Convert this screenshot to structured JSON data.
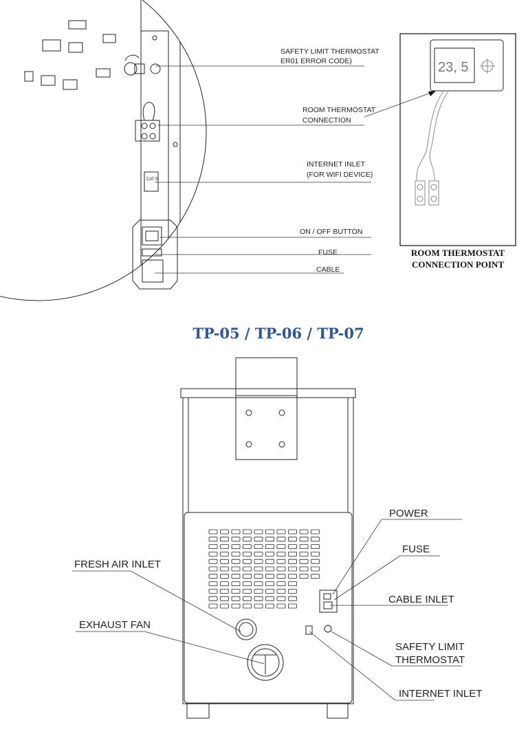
{
  "detail_labels": {
    "safety_limit_line1": "SAFETY LIMIT THERMOSTAT",
    "safety_limit_line2": "ER01 ERROR CODE)",
    "room_thermostat_line1": "ROOM THERMOSTAT",
    "room_thermostat_line2": "CONNECTION",
    "internet_line1": "INTERNET INLET",
    "internet_line2": "(FOR WIFI DEVICE)",
    "on_off": "ON / OFF BUTTON",
    "fuse": "FUSE",
    "cable": "CABLE",
    "cat_port": "CAT 5"
  },
  "thermostat_box": {
    "display_value": "23, 5",
    "caption_line1": "ROOM THERMOSTAT",
    "caption_line2": "CONNECTION POINT"
  },
  "model_title": "TP-05 / TP-06 / TP-07",
  "machine_labels": {
    "fresh_air_inlet": "FRESH AIR INLET",
    "exhaust_fan": "EXHAUST FAN",
    "power": "POWER",
    "fuse": "FUSE",
    "cable_inlet": "CABLE INLET",
    "safety_limit_line1": "SAFETY LIMIT",
    "safety_limit_line2": "THERMOSTAT",
    "internet_inlet": "INTERNET INLET"
  },
  "colors": {
    "title": "#2f5597",
    "lines": "#222222"
  }
}
